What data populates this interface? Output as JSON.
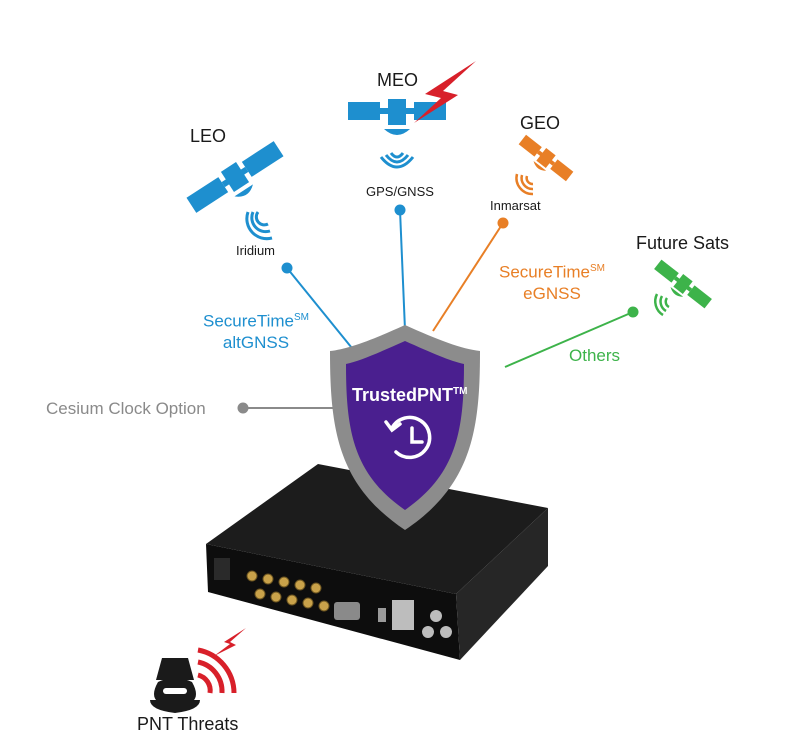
{
  "satellites": {
    "leo": {
      "name": "LEO",
      "system": "Iridium",
      "color": "#1e8fcf"
    },
    "meo": {
      "name": "MEO",
      "system": "GPS/GNSS",
      "color": "#1e8fcf"
    },
    "geo": {
      "name": "GEO",
      "system": "Inmarsat",
      "color": "#e87f26"
    },
    "future": {
      "name": "Future Sats",
      "color": "#3db34a"
    }
  },
  "services": {
    "altgnss": {
      "name": "SecureTime",
      "mark": "SM",
      "sub": "altGNSS",
      "color": "#1e8fcf"
    },
    "egnss": {
      "name": "SecureTime",
      "mark": "SM",
      "sub": "eGNSS",
      "color": "#e87f26"
    },
    "others": {
      "label": "Others",
      "color": "#3db34a"
    },
    "cesium": {
      "label": "Cesium Clock Option",
      "color": "#8a8a8a"
    }
  },
  "shield": {
    "title": "TrustedPNT",
    "mark": "TM",
    "fill": "#4a1f8f",
    "rim": "#8c8c8c",
    "icon": "clock-history-icon"
  },
  "threats": {
    "label": "PNT Threats",
    "color": "#d8202a",
    "icon": "spy-icon"
  }
}
